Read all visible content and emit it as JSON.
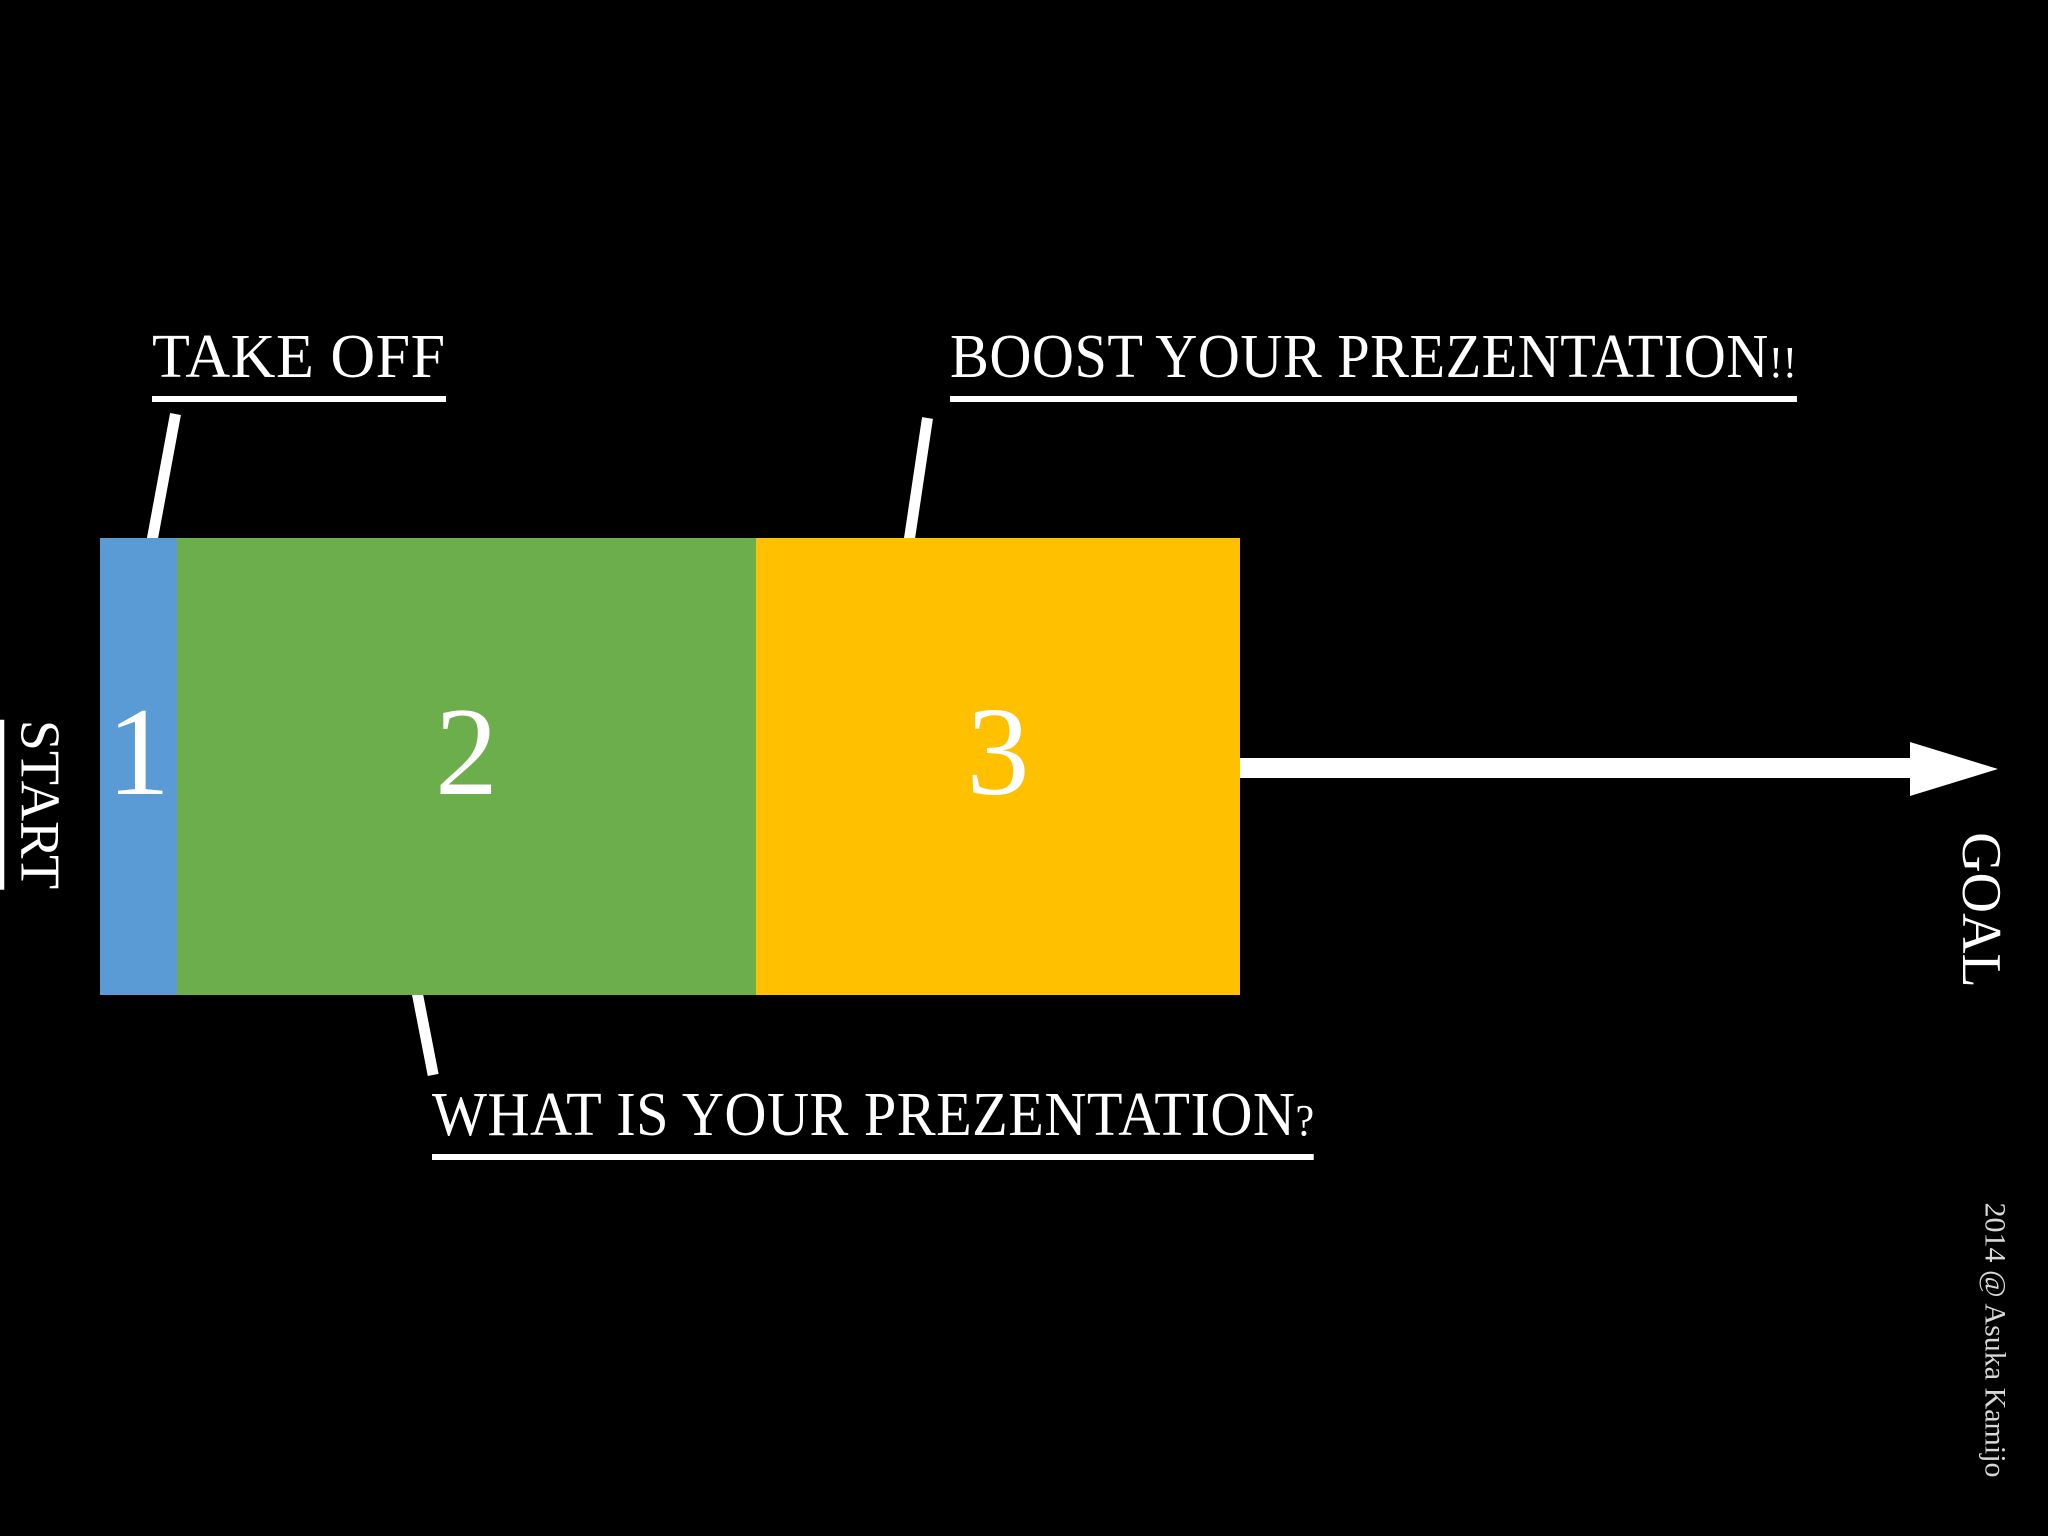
{
  "slide": {
    "background_color": "#000000",
    "text_color": "#ffffff"
  },
  "callouts": [
    {
      "id": "take-off",
      "text": "TAKE OFF",
      "tail": ""
    },
    {
      "id": "boost",
      "text": "BOOST YOUR PREZENTATION",
      "tail": "!!"
    },
    {
      "id": "what-is",
      "text": "WHAT IS YOUR PREZENTATION",
      "tail": "?"
    }
  ],
  "bar": {
    "stages": [
      {
        "number": "1",
        "color": "#5b9bd5",
        "label": "TAKE OFF"
      },
      {
        "number": "2",
        "color": "#6cad4c",
        "label": "WHAT IS YOUR PREZENTATION?"
      },
      {
        "number": "3",
        "color": "#ffc000",
        "label": "BOOST YOUR PREZENTATION!!"
      }
    ]
  },
  "axis": {
    "start_label": "START",
    "goal_label": "GOAL"
  },
  "credit": {
    "text": "2014 @ Asuka Kamijo"
  }
}
